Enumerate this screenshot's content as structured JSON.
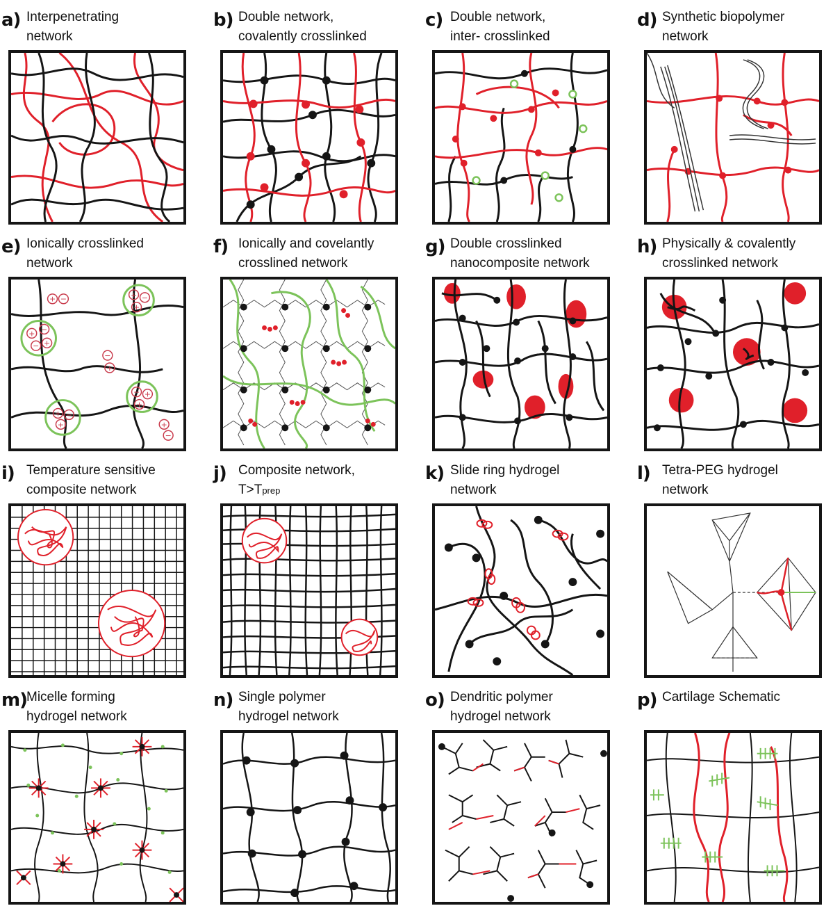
{
  "figure": {
    "panels": [
      {
        "letter": "a)",
        "line1": "Interpenetrating",
        "line2": "network"
      },
      {
        "letter": "b)",
        "line1": "Double network,",
        "line2": "covalently crosslinked"
      },
      {
        "letter": "c)",
        "line1": "Double network,",
        "line2": "inter- crosslinked"
      },
      {
        "letter": "d)",
        "line1": "Synthetic biopolymer",
        "line2": "network"
      },
      {
        "letter": "e)",
        "line1": "Ionically crosslinked",
        "line2": "network"
      },
      {
        "letter": "f)",
        "line1": "Ionically and covelantly",
        "line2": "crosslined network"
      },
      {
        "letter": "g)",
        "line1": "Double crosslinked",
        "line2": "nanocomposite network"
      },
      {
        "letter": "h)",
        "line1": "Physically  & covalently",
        "line2": "crosslinked network"
      },
      {
        "letter": "i)",
        "line1": "Temperature sensitive",
        "line2": "composite network"
      },
      {
        "letter": "j)",
        "line1": "Composite network,",
        "line2": "T>T",
        "line2_sub": "prep"
      },
      {
        "letter": "k)",
        "line1": "Slide ring hydrogel",
        "line2": "network"
      },
      {
        "letter": "l)",
        "line1": "Tetra-PEG hydrogel",
        "line2": "network"
      },
      {
        "letter": "m)",
        "line1": "Micelle forming",
        "line2": "hydrogel network"
      },
      {
        "letter": "n)",
        "line1": "Single polymer",
        "line2": "hydrogel network"
      },
      {
        "letter": "o)",
        "line1": "Dendritic polymer",
        "line2": "hydrogel network"
      },
      {
        "letter": "p)",
        "line1": "Cartilage Schematic",
        "line2": ""
      }
    ]
  },
  "colors": {
    "black_polymer": "#151515",
    "red_polymer": "#e0202a",
    "green_polymer": "#7cc35a",
    "charge_pink": "#c93b4c"
  }
}
